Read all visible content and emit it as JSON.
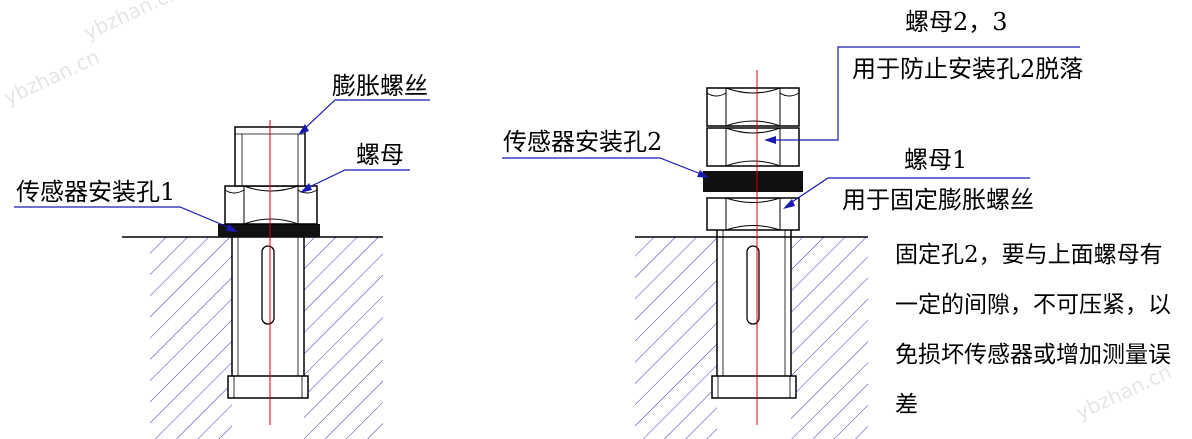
{
  "watermark": "ybzhan.cn",
  "left_figure": {
    "label_screw": "膨胀螺丝",
    "label_nut": "螺母",
    "label_hole": "传感器安装孔1"
  },
  "right_figure": {
    "label_nuts23_title": "螺母2，3",
    "label_nuts23_desc": "用于防止安装孔2脱落",
    "label_hole": "传感器安装孔2",
    "label_nut1_title": "螺母1",
    "label_nut1_desc": "用于固定膨胀螺丝"
  },
  "note": {
    "lines": [
      "固定孔2，要与上面螺母有",
      "一定的间隙，不可压紧，以",
      "免损坏传感器或增加测量误",
      "差"
    ]
  },
  "colors": {
    "line": "#000000",
    "centerline": "#e00000",
    "hatch": "#3a3ab8",
    "leader": "#1a1ab0"
  }
}
